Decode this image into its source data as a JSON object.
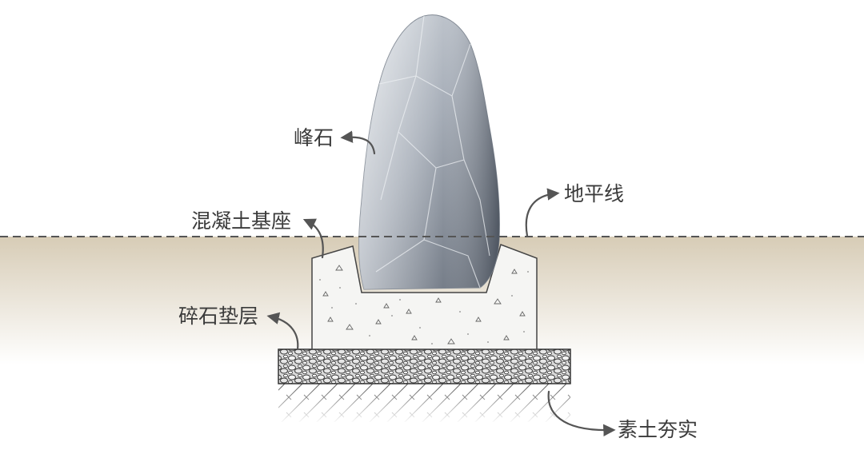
{
  "labels": {
    "rock": "峰石",
    "horizon": "地平线",
    "concrete_base": "混凝土基座",
    "gravel_layer": "碎石垫层",
    "rammed_soil": "素土夯实"
  },
  "colors": {
    "ground_top": "#d7ccb6",
    "ground_bottom": "#ffffff",
    "rock_light": "#d9dde3",
    "rock_mid": "#a6adb8",
    "rock_dark": "#5d6571",
    "concrete": "#f5f5f3",
    "outline": "#444444",
    "arrow": "#555555",
    "text": "#3b3b3b"
  }
}
